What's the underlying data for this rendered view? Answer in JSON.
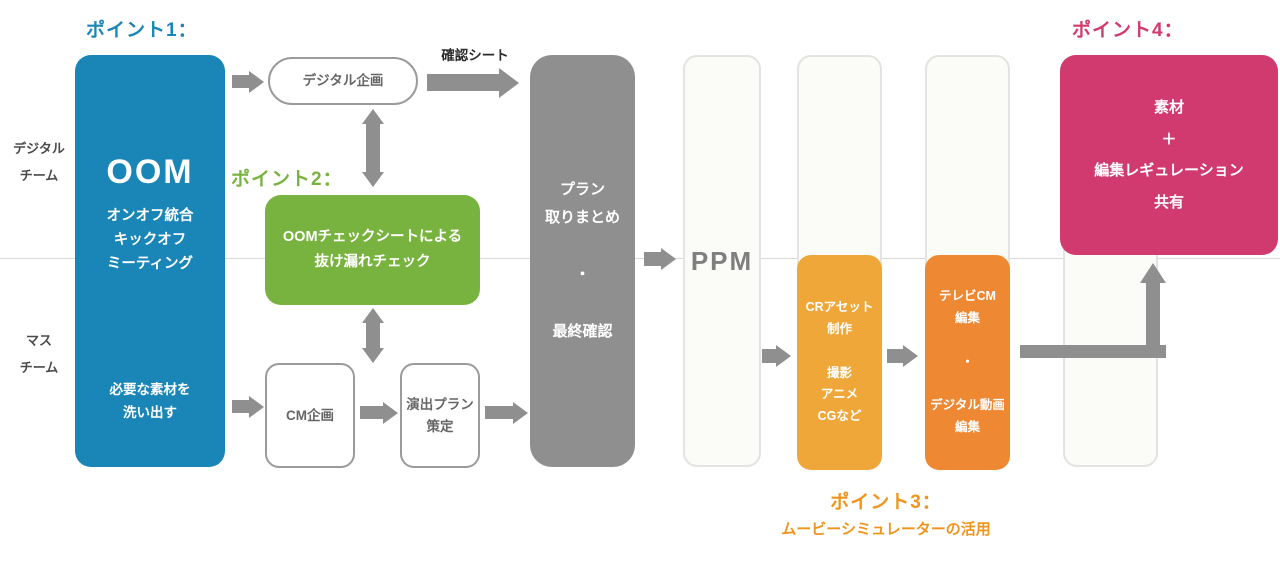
{
  "diagram": {
    "lanes": {
      "digital_team": "デジタル\nチーム",
      "mass_team": "マス\nチーム"
    },
    "points": {
      "point1": {
        "label": "ポイント1：",
        "color": "#1a86b7"
      },
      "point2": {
        "label": "ポイント2：",
        "color": "#79b33f"
      },
      "point3": {
        "label": "ポイント3：",
        "subtitle": "ムービーシミュレーターの活用",
        "color": "#f0941c"
      },
      "point4": {
        "label": "ポイント4：",
        "color": "#d03a6e"
      }
    },
    "nodes": {
      "oom": {
        "title": "OOM",
        "subtitle": "オンオフ統合\nキックオフ\nミーティング",
        "note": "必要な素材を\n洗い出す",
        "color": "#1a86b7"
      },
      "digital_plan": {
        "label": "デジタル企画"
      },
      "oom_check_sheet": {
        "label": "OOMチェックシートによる\n抜け漏れチェック",
        "color": "#79b33f"
      },
      "cm_plan": {
        "label": "CM企画"
      },
      "direction_plan": {
        "label": "演出プラン\n策定"
      },
      "plan_summary": {
        "label": "プラン\n取りまとめ\n\n・\n\n最終確認",
        "color": "#8f8f8f"
      },
      "ppm": {
        "label": "PPM"
      },
      "cr_asset": {
        "label": "CRアセット\n制作\n\n撮影\nアニメ\nCGなど",
        "color": "#f0a73a"
      },
      "tv_cm_edit": {
        "label": "テレビCM\n編集\n\n・\n\nデジタル動画\n編集",
        "color": "#ee8833"
      },
      "material_share": {
        "label": "素材\n＋\n編集レギュレーション\n共有",
        "color": "#d03a6e"
      }
    },
    "labels": {
      "confirmation_sheet": "確認シート"
    },
    "arrow_color": "#8f8f8f"
  }
}
